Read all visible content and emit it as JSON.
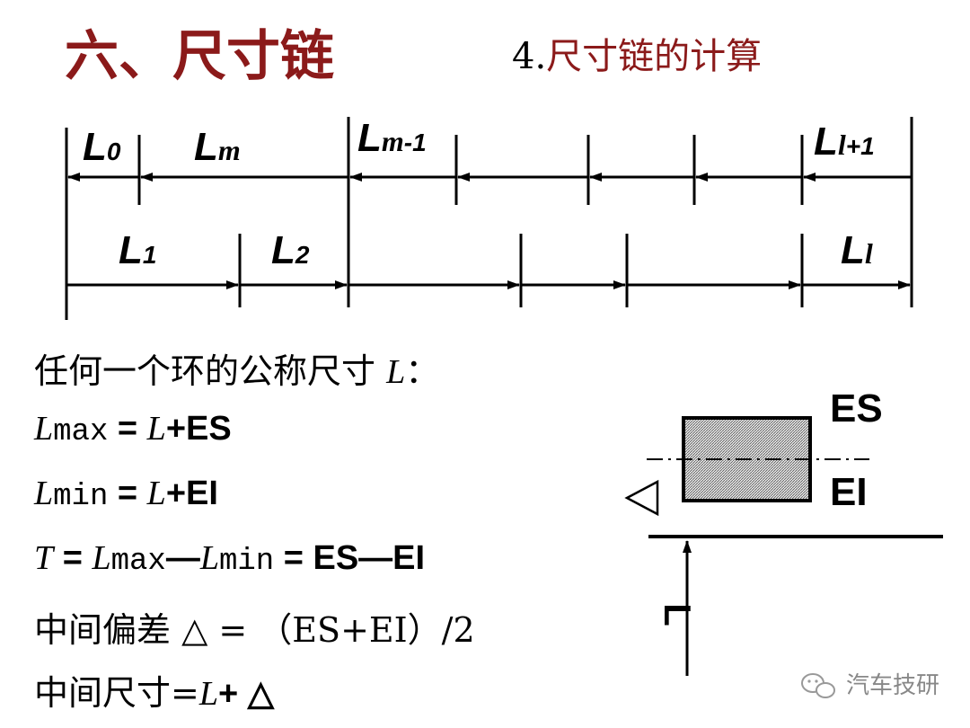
{
  "title": "六、尺寸链",
  "subtitle": {
    "number": "4.",
    "text": "尺寸链的计算"
  },
  "chain_labels": {
    "L0": {
      "main": "L",
      "sub": "0"
    },
    "Lm": {
      "main": "L",
      "sub": "m"
    },
    "Lm1": {
      "main": "L",
      "sub": "m",
      "suffix": "-1"
    },
    "Ll1": {
      "main": "L",
      "sub": "l",
      "suffix": "+1"
    },
    "L1": {
      "main": "L",
      "sub": "1"
    },
    "L2": {
      "main": "L",
      "sub": "2"
    },
    "Ll": {
      "main": "L",
      "sub": "l"
    }
  },
  "formulas": {
    "line1": {
      "text": "任何一个环的公称尺寸",
      "var": "L",
      "colon": "："
    },
    "line2": {
      "var": "L",
      "sub": "max",
      "eq": " = ",
      "var2": "L",
      "rest": "+ES"
    },
    "line3": {
      "var": "L",
      "sub": "min",
      "eq": " = ",
      "var2": "L",
      "rest": "+EI"
    },
    "line4": {
      "var": "T",
      "eq": " = ",
      "var2": "L",
      "sub2": "max",
      "dash": "—",
      "var3": "L",
      "sub3": "min",
      "rest": " = ES—EI"
    },
    "line5": {
      "text": "中间偏差 △ = （ES+EI）/2"
    },
    "line6": {
      "text": "中间尺寸=",
      "var": "L",
      "rest": "+ △"
    }
  },
  "tolerance_zone": {
    "es_label": "ES",
    "ei_label": "EI",
    "axis_label": "L"
  },
  "watermark": {
    "text": "汽车技研",
    "icon": "wechat-icon"
  }
}
